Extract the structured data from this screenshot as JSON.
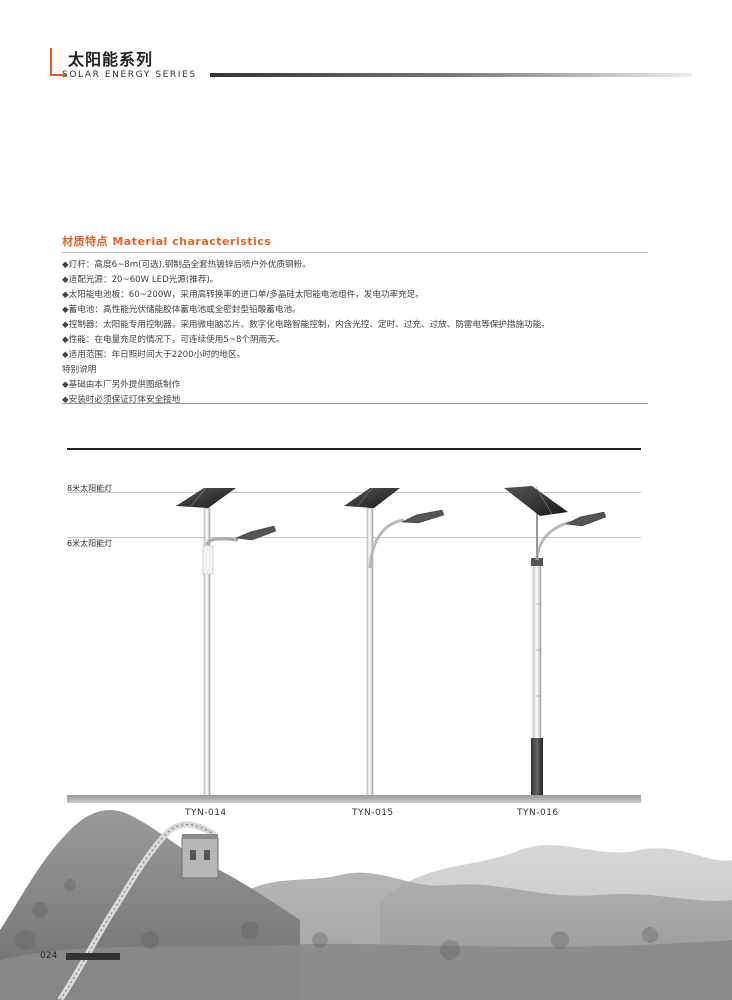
{
  "header": {
    "title": "太阳能系列",
    "subtitle": "SOLAR ENERGY SERIES"
  },
  "material": {
    "heading": "材质特点 Material characteristics",
    "items": [
      "◆灯杆：高度6~8m(可选),钢制品全套热镀锌后喷户外优质钢粉。",
      "◆适配光源：20~60W LED光源(推荐)。",
      "◆太阳能电池板：60~200W，采用高转换率的进口单/多晶硅太阳能电池组件，发电功率充足。",
      "◆蓄电池：高性能光伏储能胶体蓄电池或全密封型铅酸蓄电池。",
      "◆控制器：太阳能专用控制器，采用微电脑芯片、数字化电路智能控制，内含光控、定时、过充、过放、防雷电等保护措施功能。",
      "◆性能：在电量充足的情况下，可连续使用5~8个阴雨天。",
      "◆适用范围：年日照时间大于2200小时的地区。",
      "特别说明",
      "◆基础由本厂另外提供图纸制作",
      "◆安装时必须保证灯体安全接地"
    ]
  },
  "diagram": {
    "height_labels": [
      "8米太阳能灯",
      "6米太阳能灯"
    ],
    "models": [
      "TYN-014",
      "TYN-015",
      "TYN-016"
    ]
  },
  "footer": {
    "page_number": "024"
  },
  "colors": {
    "accent": "#e25a2a",
    "heading_orange": "#e0662b",
    "rule_dark": "#222222"
  }
}
